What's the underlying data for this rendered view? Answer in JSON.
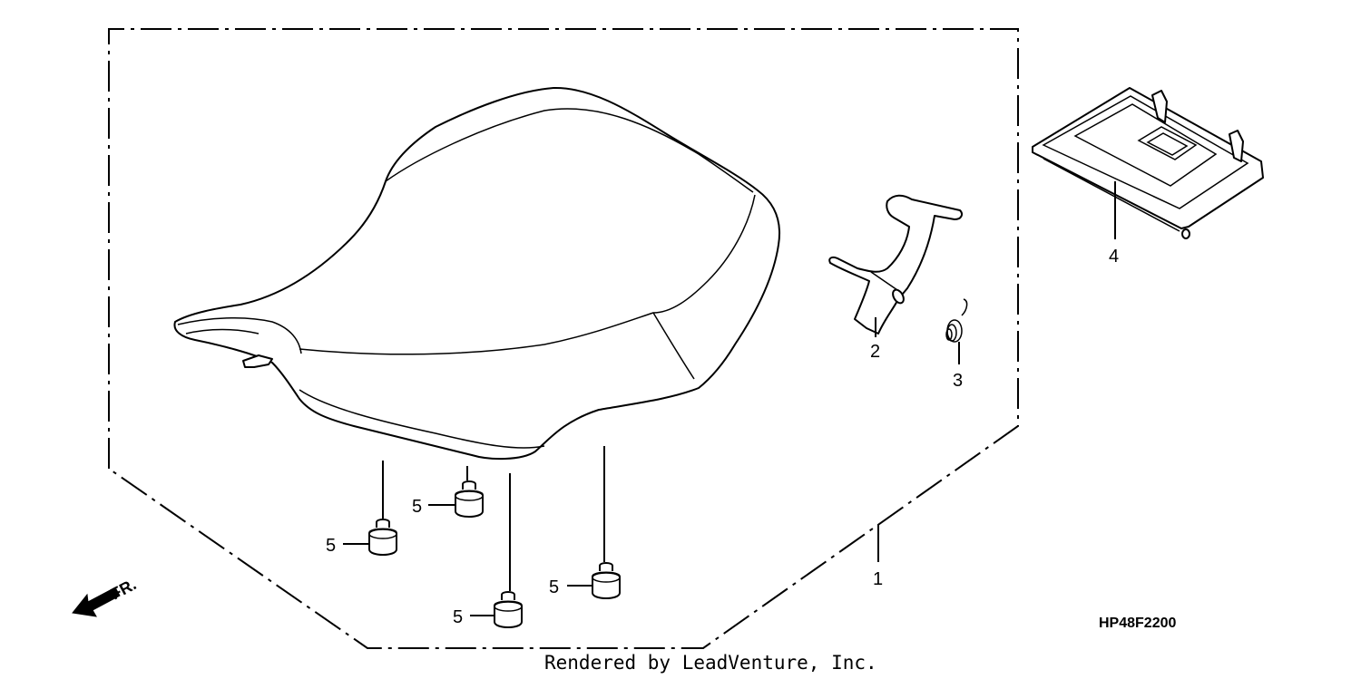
{
  "diagram_code": "HP48F2200",
  "credit": "Rendered by LeadVenture, Inc.",
  "front_marker": "FR.",
  "callouts": {
    "seat_assembly": "1",
    "seat_lock_hook": "2",
    "spring": "3",
    "tray": "4",
    "cushion_a": "5",
    "cushion_b": "5",
    "cushion_c": "5",
    "cushion_d": "5"
  }
}
